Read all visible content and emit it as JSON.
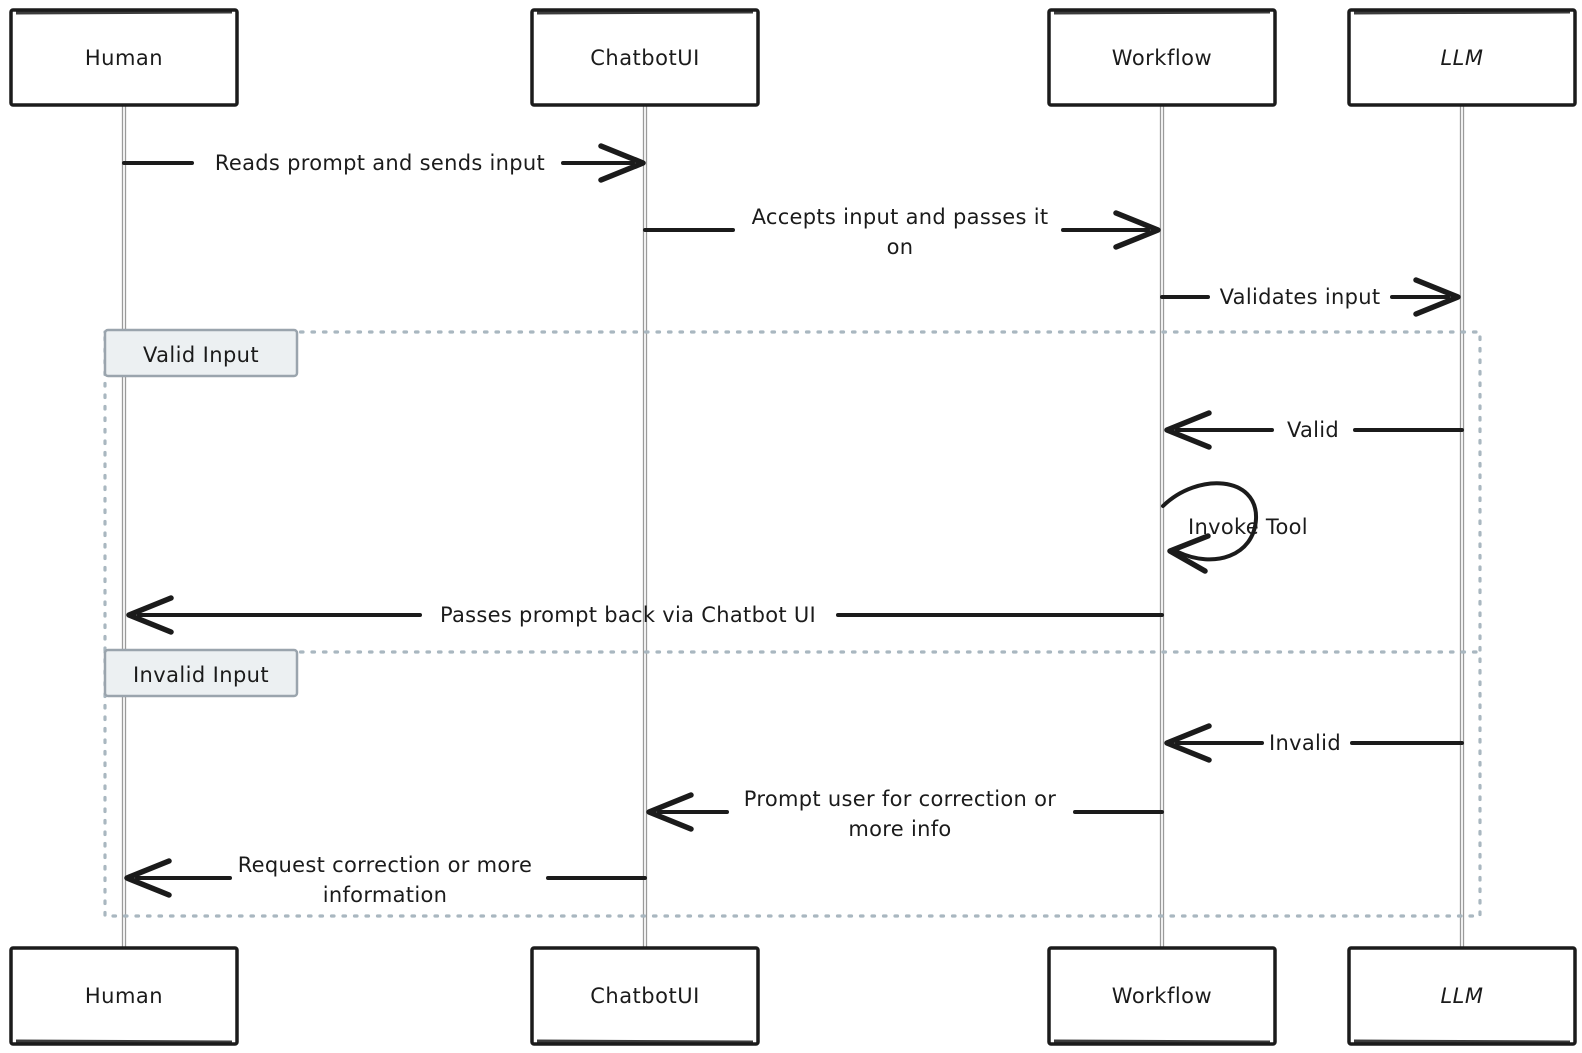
{
  "diagram": {
    "type": "sequence",
    "colors": {
      "background": "#ffffff",
      "stroke": "#1b1b1b",
      "lifeline": "#9a9a9a",
      "frame_border": "#a9b7c0",
      "frame_label_fill": "#ecf0f2",
      "frame_label_border": "#9aa4ad",
      "text": "#1b1b1b"
    },
    "actors": [
      {
        "id": "human",
        "label": "Human"
      },
      {
        "id": "chatbotui",
        "label": "ChatbotUI"
      },
      {
        "id": "workflow",
        "label": "Workflow"
      },
      {
        "id": "llm",
        "label": "LLM"
      }
    ],
    "messages": [
      {
        "from": "Human",
        "to": "ChatbotUI",
        "label": "Reads prompt and sends input",
        "lines": [
          "Reads prompt and sends input"
        ]
      },
      {
        "from": "ChatbotUI",
        "to": "Workflow",
        "label": "Accepts input and passes it on",
        "lines": [
          "Accepts input and passes it",
          "on"
        ]
      },
      {
        "from": "Workflow",
        "to": "LLM",
        "label": "Validates input",
        "lines": [
          "Validates input"
        ]
      },
      {
        "from": "LLM",
        "to": "Workflow",
        "label": "Valid",
        "lines": [
          "Valid"
        ]
      },
      {
        "from": "Workflow",
        "to": "Workflow",
        "label": "Invoke Tool",
        "self": true,
        "lines": [
          "Invoke Tool"
        ]
      },
      {
        "from": "Workflow",
        "to": "Human",
        "label": "Passes prompt back via Chatbot UI",
        "lines": [
          "Passes prompt back via Chatbot UI"
        ]
      },
      {
        "from": "LLM",
        "to": "Workflow",
        "label": "Invalid",
        "lines": [
          "Invalid"
        ]
      },
      {
        "from": "Workflow",
        "to": "ChatbotUI",
        "label": "Prompt user for correction or more info",
        "lines": [
          "Prompt user for correction or",
          "more info"
        ]
      },
      {
        "from": "ChatbotUI",
        "to": "Human",
        "label": "Request correction or more information",
        "lines": [
          "Request correction or more",
          "information"
        ]
      }
    ],
    "frames": [
      {
        "label": "Valid Input"
      },
      {
        "label": "Invalid Input"
      }
    ]
  }
}
